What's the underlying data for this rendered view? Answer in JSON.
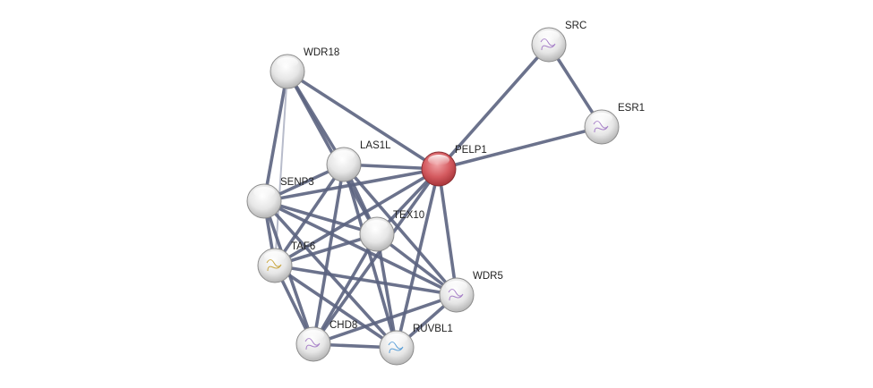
{
  "network": {
    "nodes": [
      {
        "id": "SRC",
        "label": "SRC",
        "color": "#e8e8e8",
        "structure": true
      },
      {
        "id": "ESR1",
        "label": "ESR1",
        "color": "#e8e8e8",
        "structure": true
      },
      {
        "id": "WDR18",
        "label": "WDR18",
        "color": "#e8e8e8",
        "structure": false
      },
      {
        "id": "PELP1",
        "label": "PELP1",
        "color": "#d9595e",
        "structure": false
      },
      {
        "id": "LAS1L",
        "label": "LAS1L",
        "color": "#e8e8e8",
        "structure": false
      },
      {
        "id": "SENP3",
        "label": "SENP3",
        "color": "#e8e8e8",
        "structure": false
      },
      {
        "id": "TEX10",
        "label": "TEX10",
        "color": "#e8e8e8",
        "structure": false
      },
      {
        "id": "TAF6",
        "label": "TAF6",
        "color": "#e8e8e8",
        "structure": true
      },
      {
        "id": "WDR5",
        "label": "WDR5",
        "color": "#e8e8e8",
        "structure": true
      },
      {
        "id": "CHD8",
        "label": "CHD8",
        "color": "#e8e8e8",
        "structure": true
      },
      {
        "id": "RUVBL1",
        "label": "RUVBL1",
        "color": "#e8e8e8",
        "structure": true
      }
    ],
    "edges": [
      [
        "SRC",
        "PELP1"
      ],
      [
        "SRC",
        "ESR1"
      ],
      [
        "ESR1",
        "PELP1"
      ],
      [
        "WDR18",
        "PELP1"
      ],
      [
        "WDR18",
        "LAS1L"
      ],
      [
        "WDR18",
        "TEX10"
      ],
      [
        "WDR18",
        "SENP3"
      ],
      [
        "WDR18",
        "TAF6",
        "light"
      ],
      [
        "PELP1",
        "LAS1L"
      ],
      [
        "PELP1",
        "SENP3"
      ],
      [
        "PELP1",
        "TEX10"
      ],
      [
        "PELP1",
        "TAF6"
      ],
      [
        "PELP1",
        "WDR5"
      ],
      [
        "PELP1",
        "RUVBL1"
      ],
      [
        "PELP1",
        "CHD8"
      ],
      [
        "LAS1L",
        "SENP3"
      ],
      [
        "LAS1L",
        "TEX10"
      ],
      [
        "LAS1L",
        "TAF6"
      ],
      [
        "LAS1L",
        "CHD8"
      ],
      [
        "LAS1L",
        "RUVBL1"
      ],
      [
        "LAS1L",
        "WDR5"
      ],
      [
        "SENP3",
        "TEX10"
      ],
      [
        "SENP3",
        "TAF6"
      ],
      [
        "SENP3",
        "CHD8"
      ],
      [
        "SENP3",
        "WDR5"
      ],
      [
        "SENP3",
        "RUVBL1"
      ],
      [
        "TEX10",
        "TAF6"
      ],
      [
        "TEX10",
        "CHD8"
      ],
      [
        "TEX10",
        "RUVBL1"
      ],
      [
        "TEX10",
        "WDR5"
      ],
      [
        "TAF6",
        "CHD8"
      ],
      [
        "TAF6",
        "RUVBL1"
      ],
      [
        "TAF6",
        "WDR5"
      ],
      [
        "CHD8",
        "RUVBL1"
      ],
      [
        "CHD8",
        "WDR5"
      ],
      [
        "RUVBL1",
        "WDR5"
      ]
    ],
    "edge_color": "#5b6380",
    "edge_light_color": "#b8bccb"
  }
}
